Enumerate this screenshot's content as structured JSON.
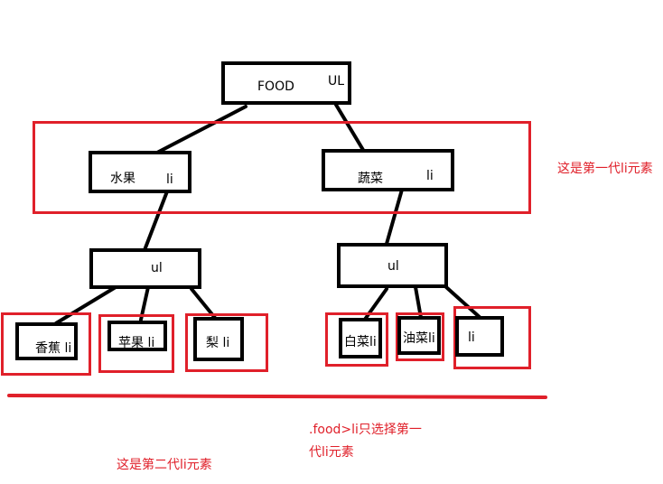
{
  "root": {
    "text": "FOOD",
    "tag": "UL"
  },
  "first_level": [
    {
      "text": "水果",
      "tag": "li"
    },
    {
      "text": "蔬菜",
      "tag": "li"
    }
  ],
  "sub_lists": [
    {
      "tag": "ul"
    },
    {
      "tag": "ul"
    }
  ],
  "fruit_items": [
    {
      "text": "香蕉 li"
    },
    {
      "text": "苹果 li"
    },
    {
      "text": "梨 li"
    }
  ],
  "veg_items": [
    {
      "text": "白菜li"
    },
    {
      "text": "油菜li"
    },
    {
      "text": "li"
    }
  ],
  "annotations": {
    "first_gen": "这是第一代li元素",
    "second_gen": "这是第二代li元素",
    "selector_line1": ".food>li只选择第一",
    "selector_line2": "代li元素"
  },
  "colors": {
    "highlight": "#e0202a",
    "stroke": "#000000"
  }
}
